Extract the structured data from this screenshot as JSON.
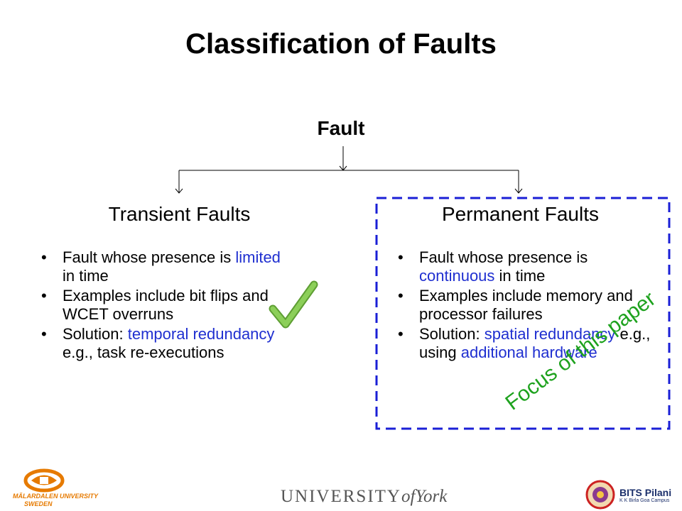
{
  "slide": {
    "title": "Classification of Faults",
    "root": "Fault",
    "transient": {
      "title": "Transient Faults",
      "b1_pre": "Fault whose presence is ",
      "b1_hl": "limited",
      "b1_post": " in time",
      "b2": "Examples include bit flips and WCET overruns",
      "b3_pre": "Solution: ",
      "b3_hl": "temporal redundancy",
      "b3_post": " e.g., task re-executions"
    },
    "permanent": {
      "title": "Permanent Faults",
      "b1_pre": "Fault whose presence is ",
      "b1_hl": "continuous",
      "b1_post": " in time",
      "b2": "Examples include memory and processor failures",
      "b3_pre": "Solution: ",
      "b3_hl": "spatial redundancy",
      "b3_mid": " e.g., using ",
      "b3_hl2": "additional hardware"
    },
    "focus": "Focus of this paper"
  },
  "logos": {
    "mdh_line1": "MÄLARDALEN UNIVERSITY",
    "mdh_line2": "SWEDEN",
    "york_prefix": "UNIVERSITY",
    "york_of": "of",
    "york_name": "York",
    "bits_title": "BITS Pilani",
    "bits_sub": "K K Birla Goa Campus"
  },
  "colors": {
    "highlight": "#1f2fd0",
    "focus_green": "#1ea21e",
    "dashed_box": "#1a1fd6",
    "checkmark": "#7cc04b"
  }
}
